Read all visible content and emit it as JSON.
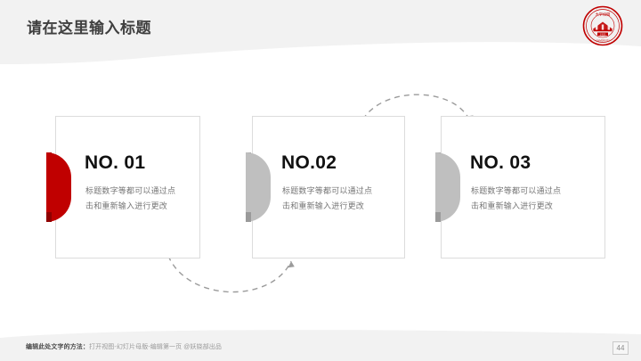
{
  "slide": {
    "title": "请在这里输入标题",
    "page_number": "44",
    "background_color": "#FFFFFF",
    "header_band_color": "#F2F2F2",
    "accent_color": "#C00000",
    "muted_color": "#BFBFBF"
  },
  "logo": {
    "name": "university-seal-logo",
    "color": "#C00000"
  },
  "cards": [
    {
      "number": "NO. 01",
      "description": "标题数字等都可以通过点击和重新输入进行更改",
      "badge_color": "#C00000",
      "badge_style": "red"
    },
    {
      "number": "NO.02",
      "description": "标题数字等都可以通过点击和重新输入进行更改",
      "badge_color": "#BFBFBF",
      "badge_style": "gray"
    },
    {
      "number": "NO. 03",
      "description": "标题数字等都可以通过点击和重新输入进行更改",
      "badge_color": "#BFBFBF",
      "badge_style": "gray"
    }
  ],
  "connectors": [
    {
      "name": "arc-card1-to-card2",
      "direction": "down",
      "style": "dashed"
    },
    {
      "name": "arc-card2-to-card3",
      "direction": "up",
      "style": "dashed"
    }
  ],
  "footer": {
    "strong_text": "编辑此处文字的方法：",
    "light_text": "打开视图-幻灯片母版-编辑第一页 @妖娆部出品"
  }
}
